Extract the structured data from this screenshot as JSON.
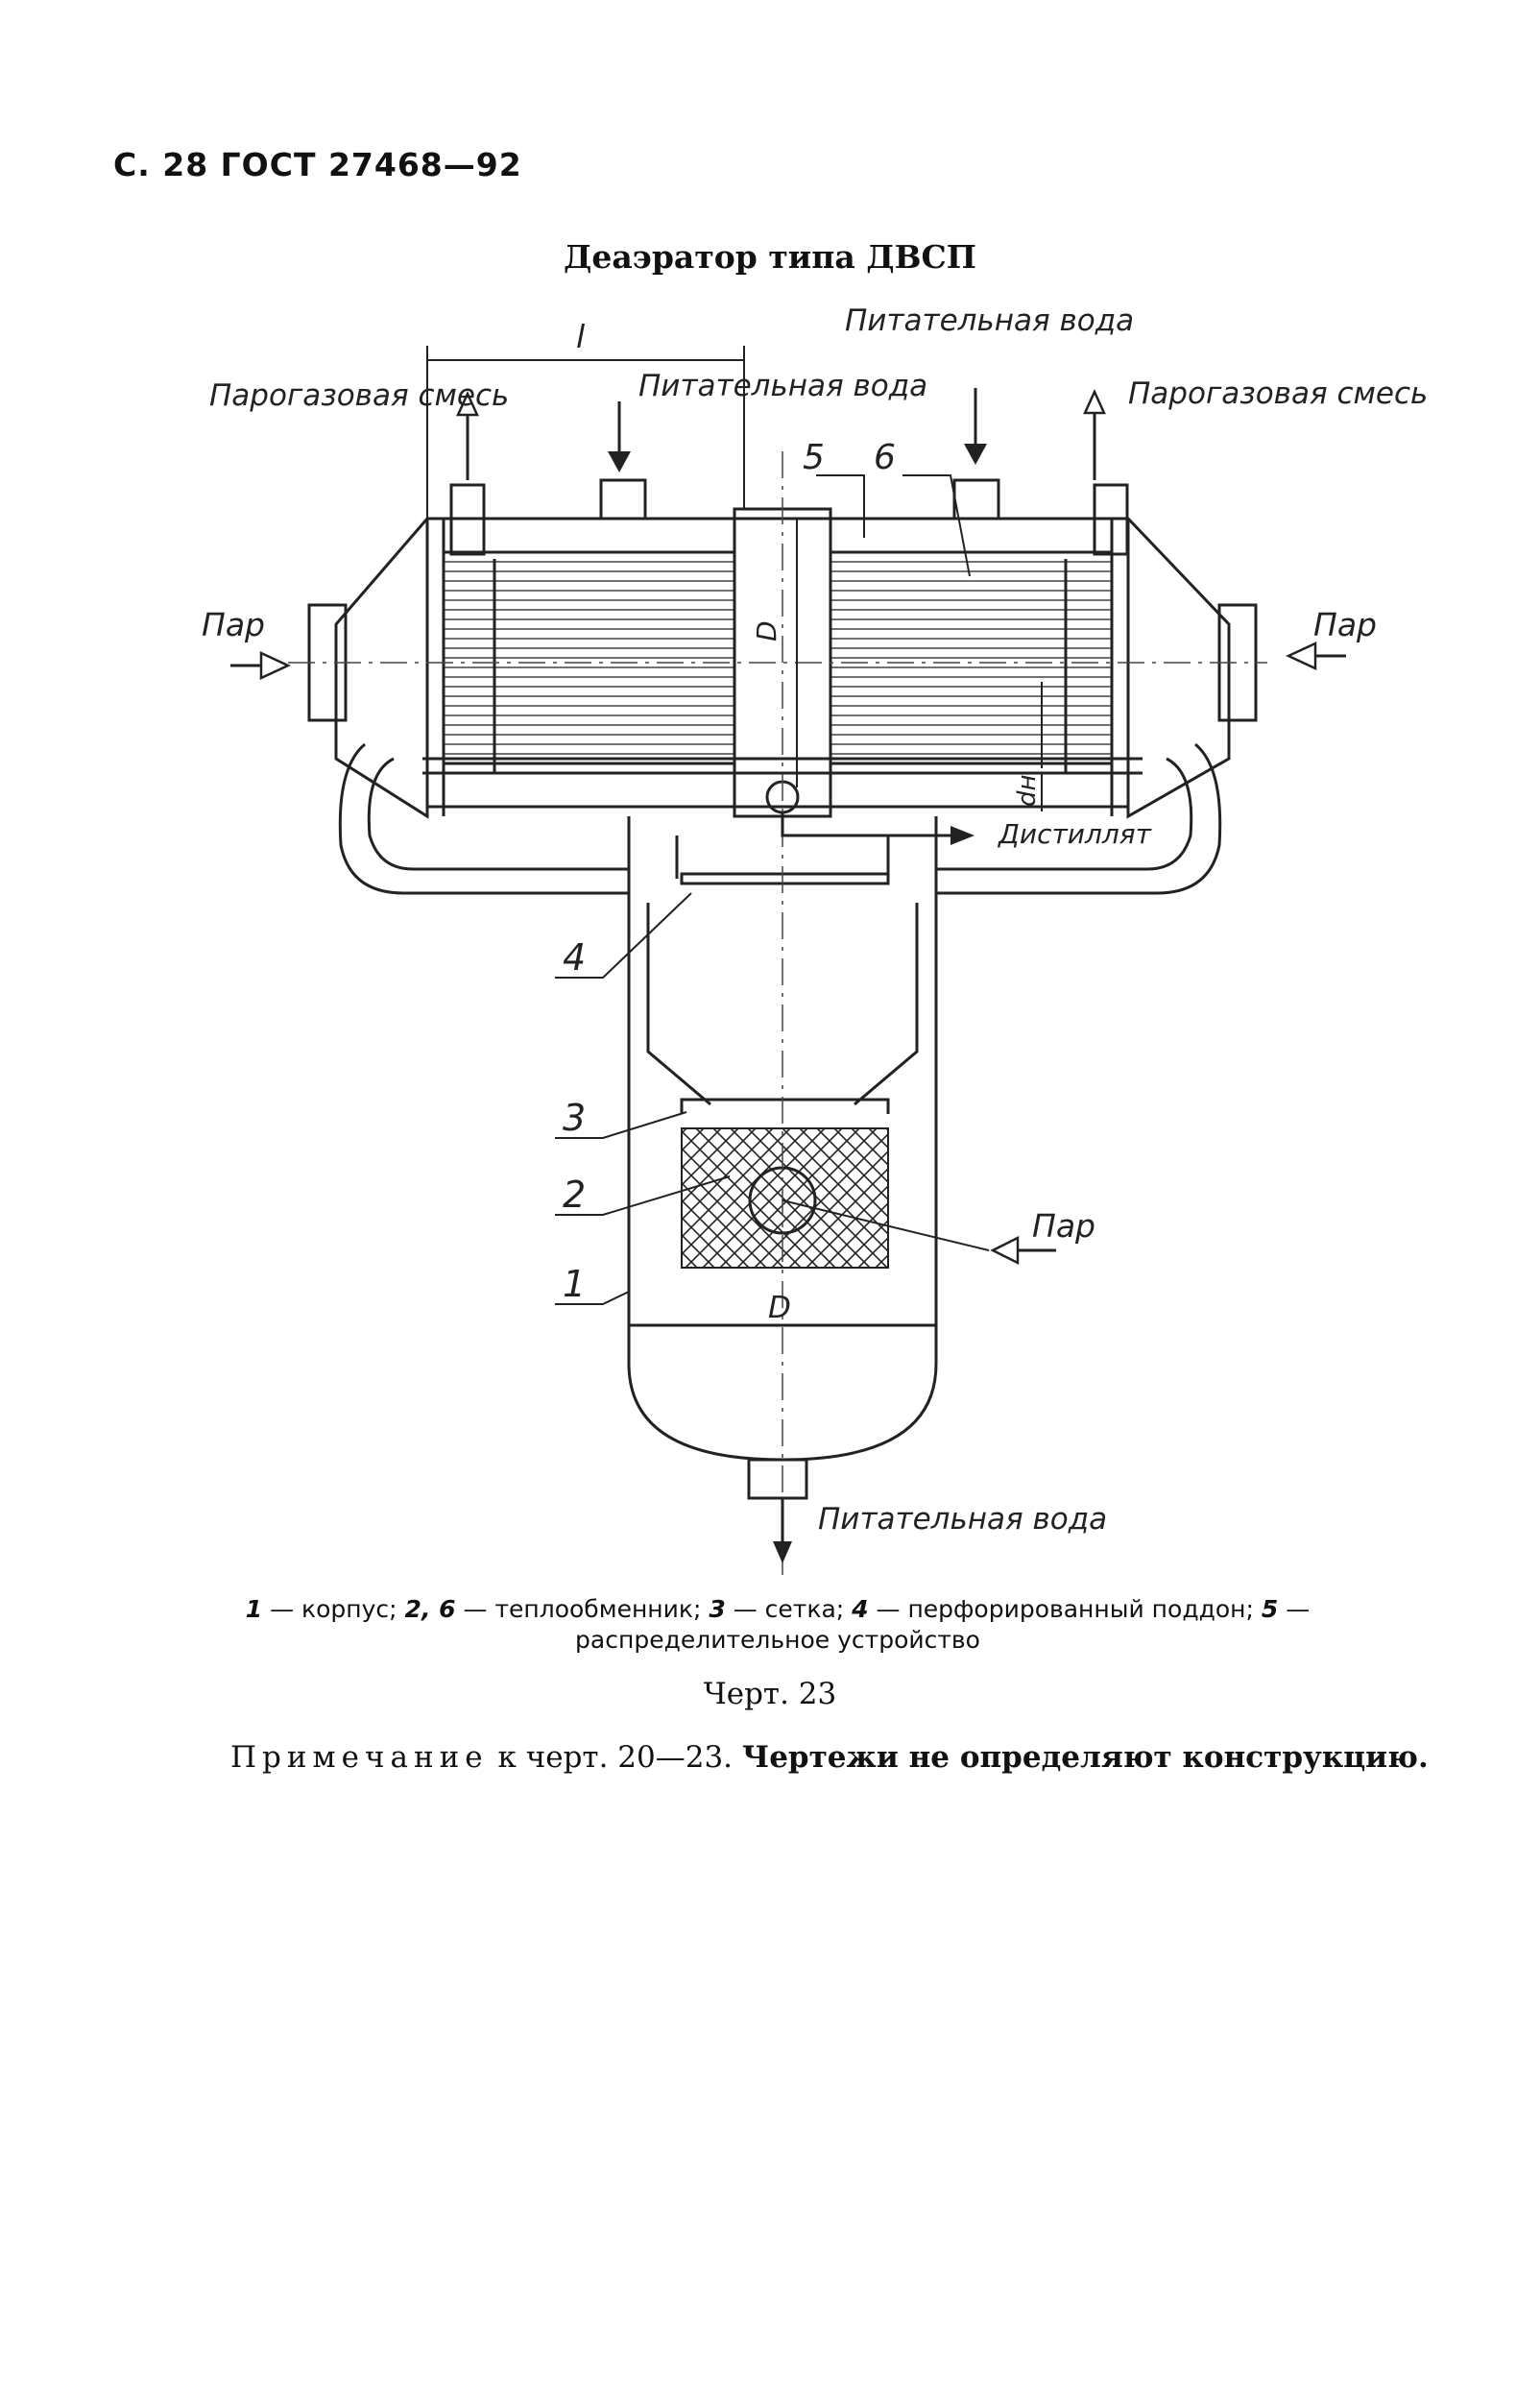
{
  "header": {
    "text": "С. 28 ГОСТ 27468—92"
  },
  "title": "Деаэратор типа ДВСП",
  "labels": {
    "top_feed_water": "Питательная вода",
    "mid_feed_water": "Питательная вода",
    "left_gas_mix": "Парогазовая смесь",
    "right_gas_mix": "Парогазовая смесь",
    "steam_left": "Пар",
    "steam_right": "Пар",
    "steam_lower": "Пар",
    "distillate": "Дистиллят",
    "bottom_feed_water": "Питательная вода",
    "dim_l": "l",
    "dim_D_top": "D",
    "dim_D_bottom": "D",
    "dim_dn": "dн"
  },
  "callouts": [
    "1",
    "2",
    "3",
    "4",
    "5",
    "6"
  ],
  "caption": {
    "n1": "1",
    "t1": " — корпус; ",
    "n2": "2, 6",
    "t2": " — теплообменник; ",
    "n3": "3",
    "t3": " — сетка; ",
    "n4": "4",
    "t4": " — перфорированный поддон; ",
    "n5": "5",
    "t5": " — распределительное устройство"
  },
  "figure_number": "Черт. 23",
  "note": {
    "prefix": "Примечание",
    "text": " к черт. 20—23. ",
    "emph": "Чертежи не определяют конструкцию."
  }
}
